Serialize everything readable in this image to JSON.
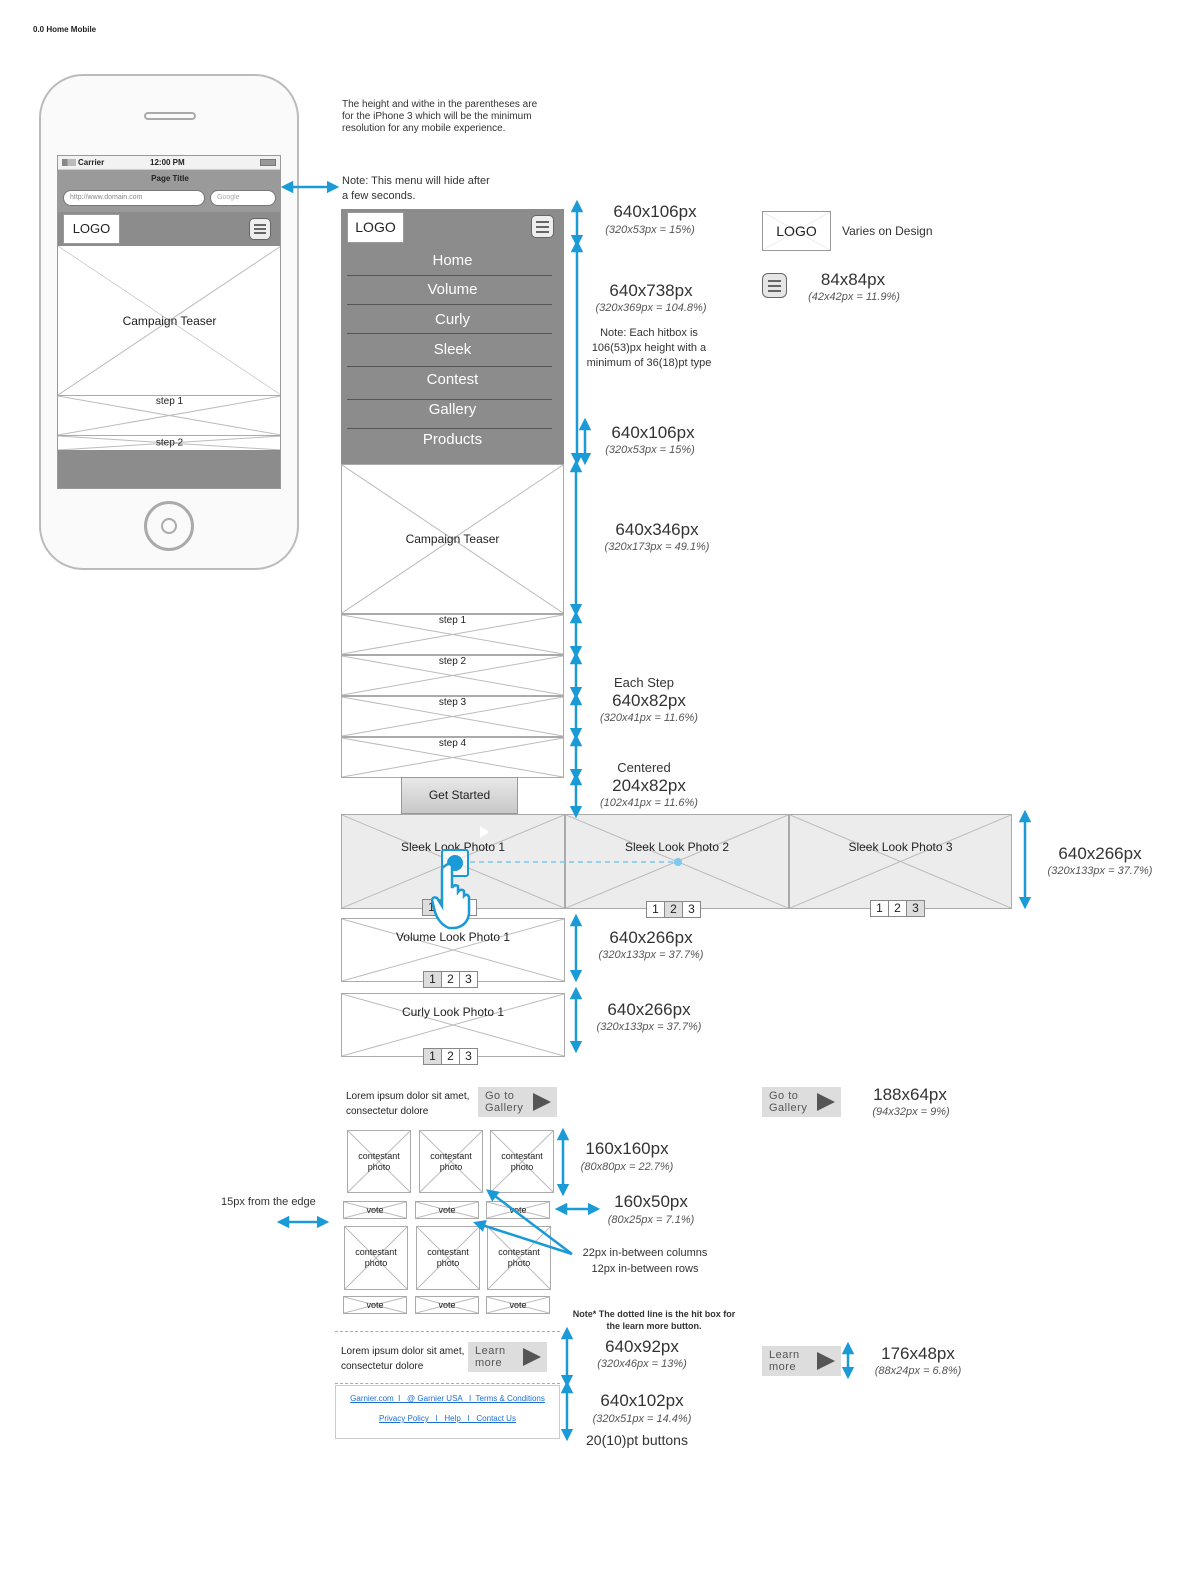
{
  "page_title": "0.0 Home Mobile",
  "intro_note": "The height and withe in the parentheses are for the iPhone 3 which will be the minimum resolution for any mobile experience.",
  "menu_note": "Note: This menu will hide after a few seconds.",
  "phone": {
    "carrier": "Carrier",
    "time": "12:00 PM",
    "page_title": "Page Title",
    "url": "http://www.domain.com",
    "search_placeholder": "Google",
    "logo": "LOGO",
    "campaign": "Campaign Teaser",
    "steps": [
      "step 1",
      "step 2"
    ]
  },
  "header": {
    "logo": "LOGO"
  },
  "menu": {
    "items": [
      "Home",
      "Volume",
      "Curly",
      "Sleek",
      "Contest",
      "Gallery",
      "Products"
    ]
  },
  "campaign": {
    "label": "Campaign Teaser"
  },
  "steps": [
    "step 1",
    "step 2",
    "step 3",
    "step 4"
  ],
  "get_started": "Get Started",
  "carousel": {
    "sleek": [
      "Sleek Look Photo 1",
      "Sleek Look Photo 2",
      "Sleek Look Photo 3"
    ],
    "volume": "Volume Look Photo 1",
    "curly": "Curly Look Photo 1",
    "pager": [
      "1",
      "2",
      "3"
    ]
  },
  "gallery_promo": {
    "text": "Lorem ipsum dolor sit amet, consectetur dolore",
    "button_line1": "Go to",
    "button_line2": "Gallery"
  },
  "contestants": {
    "photo_label": "contestant photo",
    "vote_label": "vote"
  },
  "learn_more": {
    "text": "Lorem ipsum dolor sit amet, consectetur dolore",
    "button_line1": "Learn",
    "button_line2": "more"
  },
  "footer": {
    "row1": "Garnier.com  I   @ Garnier USA   I  Terms & Conditions",
    "row2": "Privacy Policy   I   Help   I   Contact Us"
  },
  "annotations": {
    "header_dim": "640x106px",
    "header_sub": "(320x53px = 15%)",
    "logo_sample": "LOGO",
    "logo_note": "Varies on Design",
    "icon_dim": "84x84px",
    "icon_sub": "(42x42px = 11.9%)",
    "menu_dim": "640x738px",
    "menu_sub": "(320x369px = 104.8%)",
    "hitbox_note": "Note: Each hitbox is 106(53)px height with a minimum of 36(18)pt type",
    "item_dim": "640x106px",
    "item_sub": "(320x53px = 15%)",
    "campaign_dim": "640x346px",
    "campaign_sub": "(320x173px = 49.1%)",
    "step_label": "Each Step",
    "step_dim": "640x82px",
    "step_sub": "(320x41px = 11.6%)",
    "centered_label": "Centered",
    "button_dim": "204x82px",
    "button_sub": "(102x41px = 11.6%)",
    "sleek_dim": "640x266px",
    "sleek_sub": "(320x133px = 37.7%)",
    "volume_dim": "640x266px",
    "volume_sub": "(320x133px = 37.7%)",
    "curly_dim": "640x266px",
    "curly_sub": "(320x133px = 37.7%)",
    "goto_dim": "188x64px",
    "goto_sub": "(94x32px = 9%)",
    "photo_dim": "160x160px",
    "photo_sub": "(80x80px = 22.7%)",
    "vote_dim": "160x50px",
    "vote_sub": "(80x25px = 7.1%)",
    "edge_note": "15px from the edge",
    "gap_note1": "22px in-between columns",
    "gap_note2": "12px in-between rows",
    "dotted_note": "Note* The dotted line is the hit box for the learn more button.",
    "learn_dim": "640x92px",
    "learn_sub": "(320x46px = 13%)",
    "learn_btn_dim": "176x48px",
    "learn_btn_sub": "(88x24px = 6.8%)",
    "footer_dim": "640x102px",
    "footer_sub": "(320x51px = 14.4%)",
    "footer_note": "20(10)pt buttons"
  },
  "colors": {
    "annotation_blue": "#1a9ad6",
    "menu_grey": "#8c8c8c",
    "link_blue": "#1a6fd6"
  }
}
